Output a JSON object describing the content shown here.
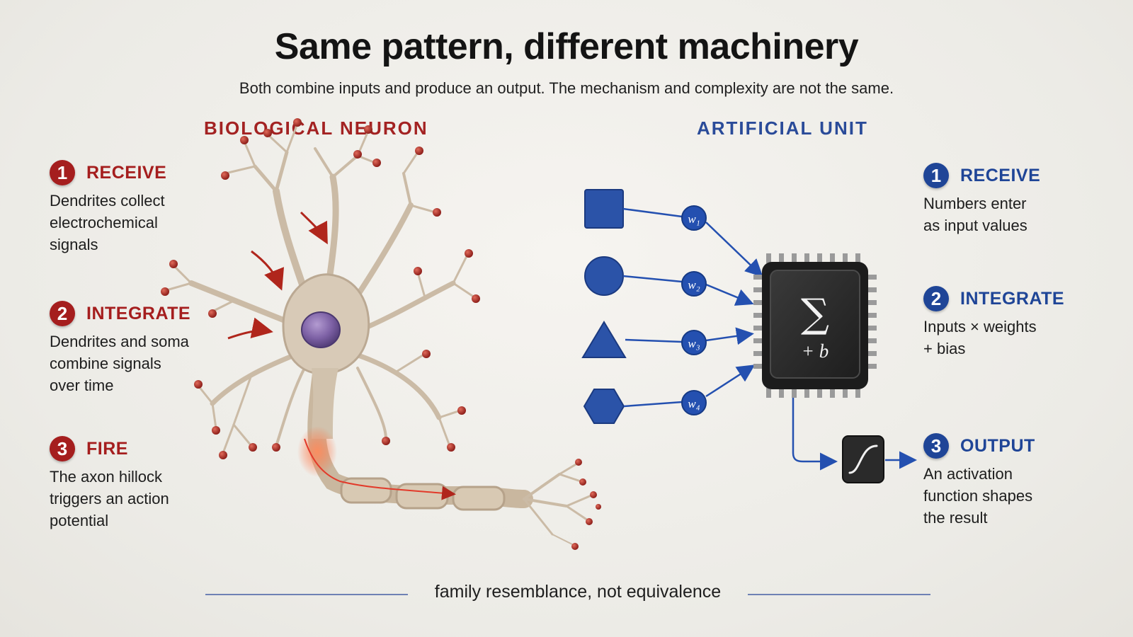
{
  "title": "Same pattern, different machinery",
  "subtitle": "Both combine inputs and produce an output. The mechanism and complexity are not the same.",
  "biological": {
    "heading": "BIOLOGICAL NEURON",
    "steps": [
      {
        "num": "1",
        "title": "RECEIVE",
        "lines": [
          "Dendrites collect",
          "electrochemical",
          "signals"
        ]
      },
      {
        "num": "2",
        "title": "INTEGRATE",
        "lines": [
          "Dendrites and soma",
          "combine signals",
          "over time"
        ]
      },
      {
        "num": "3",
        "title": "FIRE",
        "lines": [
          "The axon hillock",
          "triggers an action",
          "potential"
        ]
      }
    ]
  },
  "artificial": {
    "heading": "ARTIFICIAL UNIT",
    "steps": [
      {
        "num": "1",
        "title": "RECEIVE",
        "lines": [
          "Numbers enter",
          "as input values"
        ]
      },
      {
        "num": "2",
        "title": "INTEGRATE",
        "lines": [
          "Inputs × weights",
          "+ bias"
        ]
      },
      {
        "num": "3",
        "title": "OUTPUT",
        "lines": [
          "An activation",
          "function shapes",
          "the result"
        ]
      }
    ],
    "weights": [
      "w1",
      "w2",
      "w3",
      "w4"
    ],
    "sum_symbol": "∑",
    "bias_label": "+ b"
  },
  "footer": "family resemblance, not equivalence",
  "colors": {
    "bio_accent": "#a51e1e",
    "art_accent": "#1f4597",
    "chip": "#2b2b2b",
    "neuron": "#d6c9b8",
    "nucleus": "#8a6fb0"
  }
}
